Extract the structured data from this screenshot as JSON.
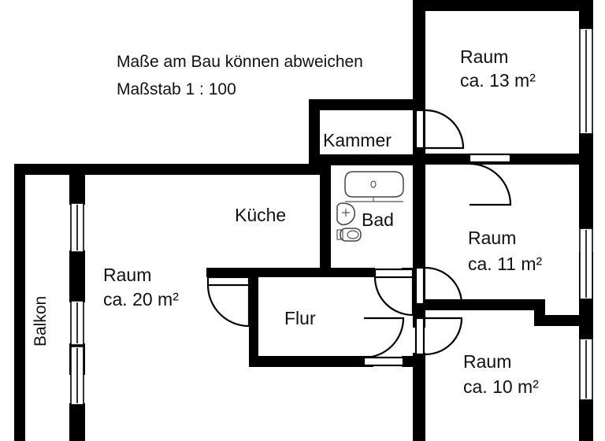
{
  "document": {
    "type": "floor-plan",
    "notes": [
      "Maße am Bau können abweichen",
      "Maßstab 1 : 100"
    ],
    "note_line_1": "Maße am Bau können abweichen",
    "note_line_2": "Maßstab 1 : 100",
    "scale": "1 : 100"
  },
  "rooms": [
    {
      "id": "raum-13",
      "name": "Raum",
      "area_line": "ca. 13 m²",
      "area_value": 13,
      "area_unit": "m²",
      "position": "top-right"
    },
    {
      "id": "kammer",
      "name": "Kammer",
      "area_line": "",
      "position": "top-center"
    },
    {
      "id": "kueche",
      "name": "Küche",
      "area_line": "",
      "position": "center"
    },
    {
      "id": "bad",
      "name": "Bad",
      "area_line": "",
      "position": "center-right"
    },
    {
      "id": "raum-11",
      "name": "Raum",
      "area_line": "ca. 11 m²",
      "area_value": 11,
      "area_unit": "m²",
      "position": "middle-right"
    },
    {
      "id": "raum-20",
      "name": "Raum",
      "area_line": "ca. 20 m²",
      "area_value": 20,
      "area_unit": "m²",
      "position": "left"
    },
    {
      "id": "flur",
      "name": "Flur",
      "area_line": "",
      "position": "center-bottom"
    },
    {
      "id": "raum-10",
      "name": "Raum",
      "area_line": "ca. 10 m²",
      "area_value": 10,
      "area_unit": "m²",
      "position": "bottom-right"
    },
    {
      "id": "balkon",
      "name": "Balkon",
      "area_line": "",
      "position": "far-left",
      "orientation": "vertical"
    }
  ],
  "labels": {
    "raum_13_name": "Raum",
    "raum_13_area": "ca. 13 m²",
    "raum_11_name": "Raum",
    "raum_11_area": "ca. 11 m²",
    "raum_10_name": "Raum",
    "raum_10_area": "ca. 10 m²",
    "raum_20_name": "Raum",
    "raum_20_area": "ca. 20 m²",
    "kammer": "Kammer",
    "kueche": "Küche",
    "bad": "Bad",
    "flur": "Flur",
    "balkon": "Balkon"
  },
  "colors": {
    "wall": "#000000",
    "background": "#ffffff",
    "text": "#111111",
    "fixture_stroke": "#444444"
  },
  "features": {
    "windows_right_wall": 3,
    "windows_balcony_wall": 3,
    "doors": 6,
    "fixtures": [
      "bathtub",
      "sink",
      "toilet"
    ]
  }
}
